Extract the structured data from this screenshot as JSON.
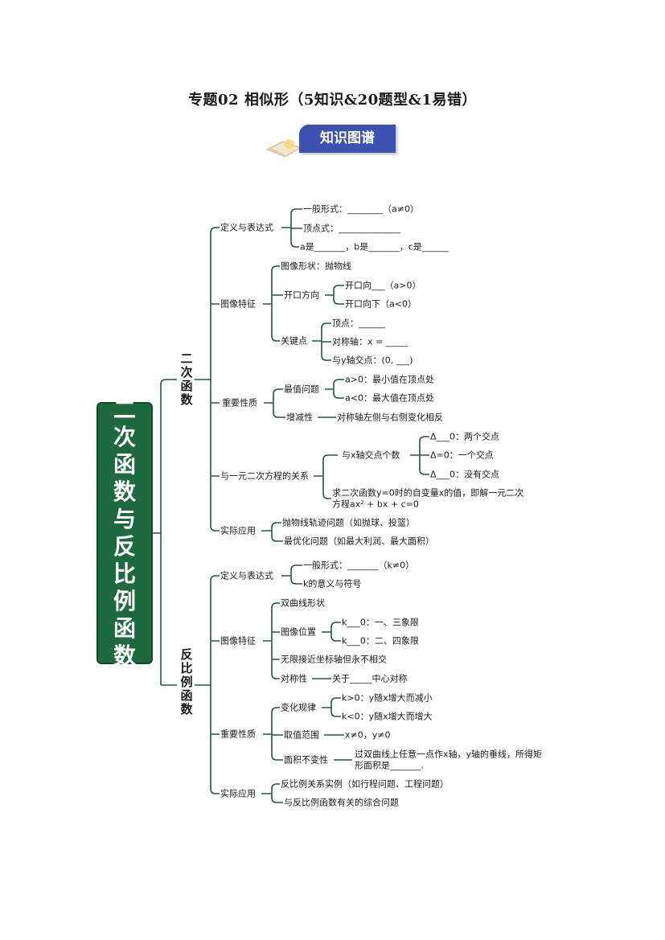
{
  "title": "专题02  相似形（5知识&20题型&1易错）",
  "badge": "知识图谱",
  "root": [
    "二",
    "次",
    "函",
    "数",
    "与",
    "反",
    "比",
    "例",
    "函",
    "数"
  ],
  "colors": {
    "root_bg": "#1e6a3e",
    "line": "#1f5a3a",
    "badge_bg": "#3b52b0"
  },
  "quadratic": {
    "label": [
      "二",
      "次",
      "函",
      "数"
    ],
    "def": {
      "label": "定义与表达式",
      "items": [
        "一般形式：________（a≠0）",
        "顶点式：______________",
        "a是_______，b是_______，c是______"
      ]
    },
    "graph": {
      "label": "图像特征",
      "shape": "图像形状：抛物线",
      "opening": {
        "label": "开口方向",
        "items": [
          "开口向___（a>0）",
          "开口向下（a<0）"
        ]
      },
      "key": {
        "label": "关键点",
        "items": [
          "顶点：______",
          "对称轴：x = _____",
          "与y轴交点：(0, ___)"
        ]
      }
    },
    "props": {
      "label": "重要性质",
      "extreme": {
        "label": "最值问题",
        "items": [
          "a>0：最小值在顶点处",
          "a<0：最大值在顶点处"
        ]
      },
      "mono": {
        "label": "增减性",
        "text": "对称轴左侧与右侧变化相反"
      }
    },
    "equation": {
      "label": "与一元二次方程的关系",
      "xaxis": {
        "label": "与x轴交点个数",
        "items": [
          "Δ___0：两个交点",
          "Δ=0：一个交点",
          "Δ___0：没有交点"
        ]
      },
      "solve": [
        "求二次函数y=0时的自变量x的值，即解一元二次",
        "方程ax² + bx + c=0"
      ]
    },
    "apply": {
      "label": "实际应用",
      "items": [
        "抛物线轨迹问题（如抛球、投篮）",
        "最优化问题（如最大利润、最大面积）"
      ]
    }
  },
  "inverse": {
    "label": [
      "反",
      "比",
      "例",
      "函",
      "数"
    ],
    "def": {
      "label": "定义与表达式",
      "items": [
        "一般形式：_______（k≠0）",
        "k的意义与符号"
      ]
    },
    "graph": {
      "label": "图像特征",
      "shape": "双曲线形状",
      "position": {
        "label": "图像位置",
        "items": [
          "k___0：一、三象限",
          "k___0：二、四象限"
        ]
      },
      "asym": "无限接近坐标轴但永不相交",
      "sym": {
        "label": "对称性",
        "text": "关于_____中心对称"
      }
    },
    "props": {
      "label": "重要性质",
      "change": {
        "label": "变化规律",
        "items": [
          "k>0：y随x增大而减小",
          "k<0：y随x增大而增大"
        ]
      },
      "range": {
        "label": "取值范围",
        "text": "x≠0，y≠0"
      },
      "area": {
        "label": "面积不变性",
        "text": [
          "过双曲线上任意一点作x轴，y轴的垂线，所得矩",
          "形面积是_______."
        ]
      }
    },
    "apply": {
      "label": "实际应用",
      "items": [
        "反比例关系实例（如行程问题、工程问题）",
        "与反比例函数有关的综合问题"
      ]
    }
  }
}
